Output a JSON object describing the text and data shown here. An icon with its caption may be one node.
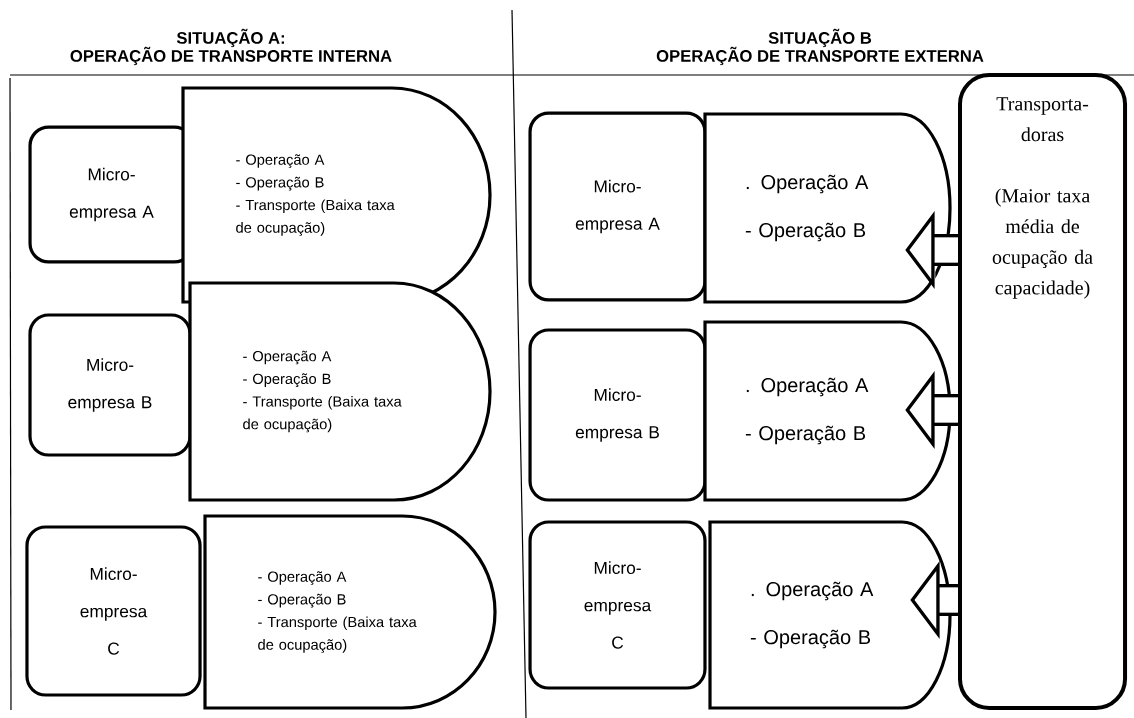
{
  "diagram": {
    "nodes": [
      {
        "text": [
          "Micro- empresa A"
        ]
      },
      {
        "text": [
          "- Operação A",
          "- Operação B",
          "- Transporte (Baixa taxa de ocupação)"
        ]
      },
      {
        "text": [
          "Micro- empresa B"
        ]
      },
      {
        "text": [
          "- Operação A",
          "- Operação B",
          "- Transporte (Baixa taxa de ocupação)"
        ]
      },
      {
        "text": [
          "Micro- empresa C"
        ]
      },
      {
        "text": [
          "- Operação A",
          "- Operação B",
          "- Transporte (Baixa taxa de ocupação)"
        ]
      },
      {
        "text": [
          "Micro- empresa A"
        ]
      },
      {
        "text": [
          ". Operação A",
          "- Operação B"
        ]
      },
      {
        "text": [
          "Micro- empresa B"
        ]
      },
      {
        "text": [
          ". Operação A",
          "- Operação B"
        ]
      },
      {
        "text": [
          "Micro- empresa C"
        ]
      },
      {
        "text": [
          ". Operação A",
          "- Operação B"
        ]
      },
      {
        "text": [
          "Transporta- doras",
          "(Maior taxa média de ocupação da capacidade)"
        ]
      }
    ],
    "edges": [
      {
        "from": 12,
        "to": 7,
        "arrow": "to"
      },
      {
        "from": 12,
        "to": 9,
        "arrow": "to"
      },
      {
        "from": 12,
        "to": 11,
        "arrow": "to"
      }
    ],
    "labels": [
      "SITUAÇÃO A:",
      "OPERAÇÃO DE TRANSPORTE INTERNA",
      "SITUAÇÃO B",
      "OPERAÇÃO DE TRANSPORTE EXTERNA"
    ]
  }
}
